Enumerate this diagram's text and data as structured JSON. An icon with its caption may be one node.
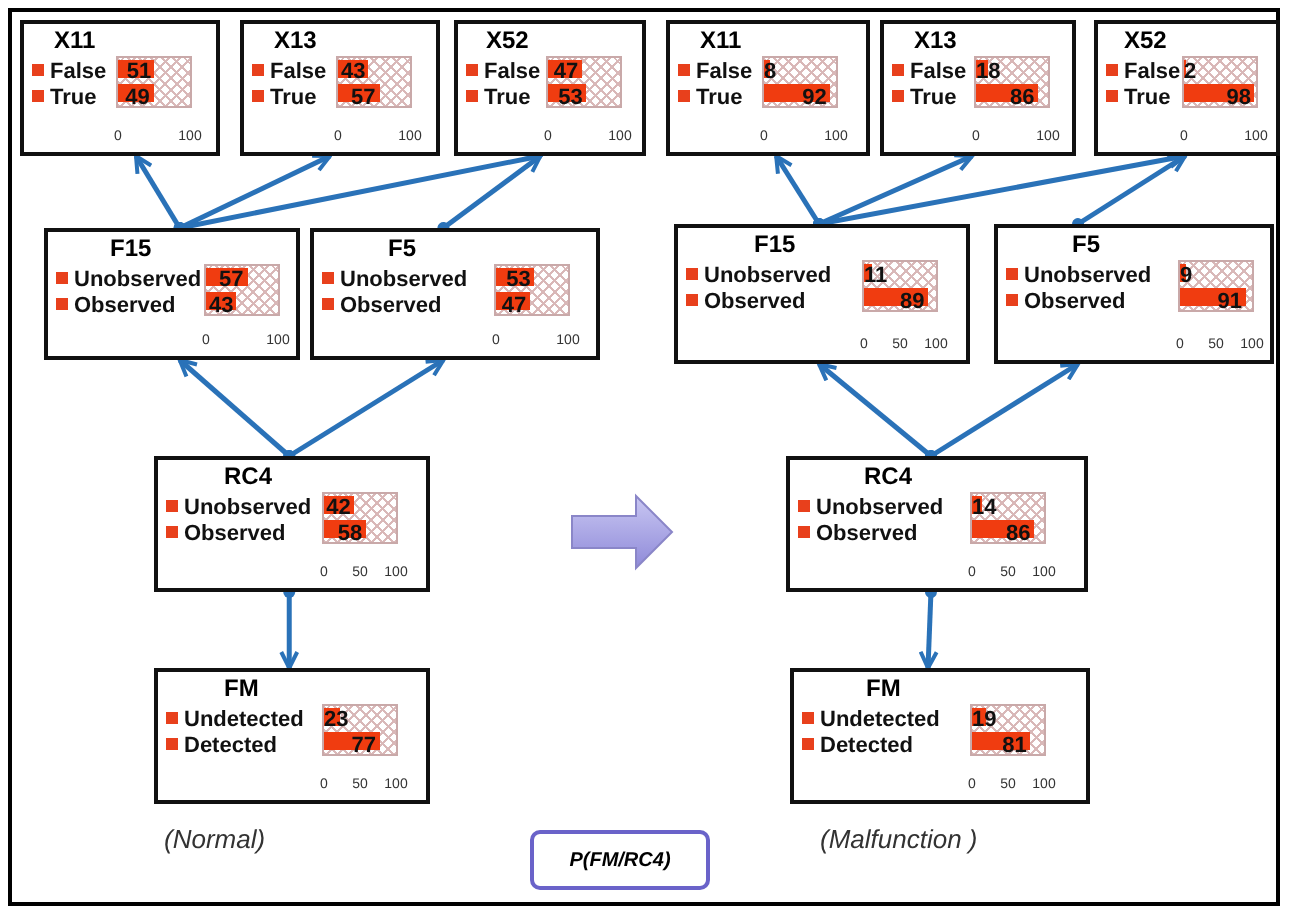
{
  "diagram": {
    "nodes": [
      {
        "text": [
          "X11",
          "False",
          "51",
          "True",
          "49",
          "0",
          "100"
        ]
      },
      {
        "text": [
          "X13",
          "False",
          "43",
          "True",
          "57",
          "0",
          "100"
        ]
      },
      {
        "text": [
          "X52",
          "False",
          "47",
          "True",
          "53",
          "0",
          "100"
        ]
      },
      {
        "text": [
          "X11",
          "False",
          "8",
          "True",
          "92",
          "0",
          "100"
        ]
      },
      {
        "text": [
          "X13",
          "False",
          "18",
          "True",
          "86",
          "0",
          "100"
        ]
      },
      {
        "text": [
          "X52",
          "False",
          "2",
          "True",
          "98",
          "0",
          "100"
        ]
      },
      {
        "text": [
          "F15",
          "Unobserved",
          "57",
          "Observed",
          "43",
          "0",
          "100"
        ]
      },
      {
        "text": [
          "F5",
          "Unobserved",
          "53",
          "Observed",
          "47",
          "0",
          "100"
        ]
      },
      {
        "text": [
          "F15",
          "Unobserved",
          "11",
          "Observed",
          "89",
          "0",
          "50",
          "100"
        ]
      },
      {
        "text": [
          "F5",
          "Unobserved",
          "9",
          "Observed",
          "91",
          "0",
          "50",
          "100"
        ]
      },
      {
        "text": [
          "RC4",
          "Unobserved",
          "42",
          "Observed",
          "58",
          "0",
          "50",
          "100"
        ]
      },
      {
        "text": [
          "RC4",
          "Unobserved",
          "14",
          "Observed",
          "86",
          "0",
          "50",
          "100"
        ]
      },
      {
        "text": [
          "FM",
          "Undetected",
          "23",
          "Detected",
          "77",
          "0",
          "50",
          "100"
        ]
      },
      {
        "text": [
          "FM",
          "Undetected",
          "19",
          "Detected",
          "81",
          "0",
          "50",
          "100"
        ]
      },
      {
        "text": [
          "P(FM/RC4)"
        ]
      }
    ],
    "edges": [
      {
        "from": 6,
        "to": 0,
        "arrow": "to"
      },
      {
        "from": 6,
        "to": 1,
        "arrow": "to"
      },
      {
        "from": 6,
        "to": 2,
        "arrow": "to"
      },
      {
        "from": 7,
        "to": 2,
        "arrow": "to"
      },
      {
        "from": 10,
        "to": 6,
        "arrow": "to"
      },
      {
        "from": 10,
        "to": 7,
        "arrow": "to"
      },
      {
        "from": 10,
        "to": 12,
        "arrow": "to"
      },
      {
        "from": 8,
        "to": 3,
        "arrow": "to"
      },
      {
        "from": 8,
        "to": 4,
        "arrow": "to"
      },
      {
        "from": 8,
        "to": 5,
        "arrow": "to"
      },
      {
        "from": 9,
        "to": 5,
        "arrow": "to"
      },
      {
        "from": 11,
        "to": 8,
        "arrow": "to"
      },
      {
        "from": 11,
        "to": 9,
        "arrow": "to"
      },
      {
        "from": 11,
        "to": 13,
        "arrow": "to"
      }
    ],
    "labels": [
      "(Normal)",
      "(Malfunction )"
    ]
  }
}
